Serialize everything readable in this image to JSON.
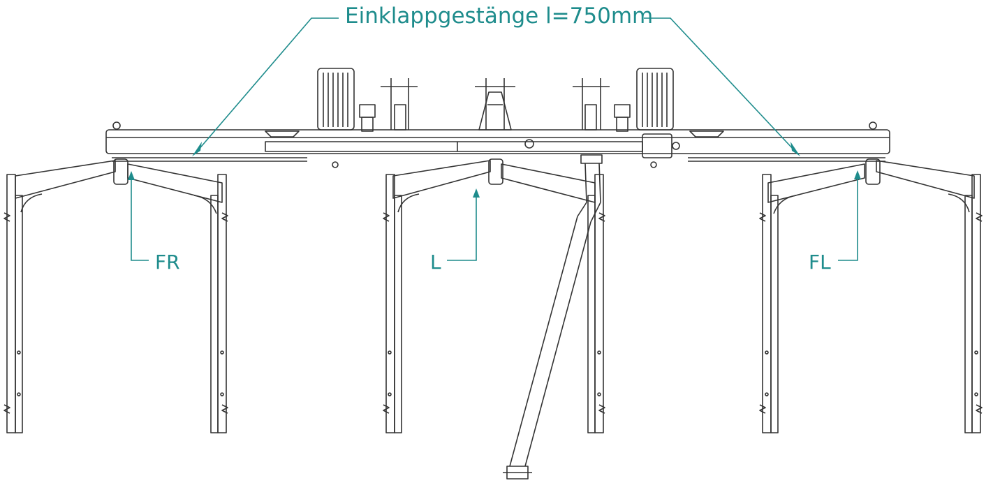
{
  "labels": {
    "title": "Einklappgestänge l=750mm",
    "front_right": "FR",
    "center": "L",
    "front_left": "FL"
  },
  "colors": {
    "callout": "#1e8c8c",
    "line": "#333333"
  }
}
